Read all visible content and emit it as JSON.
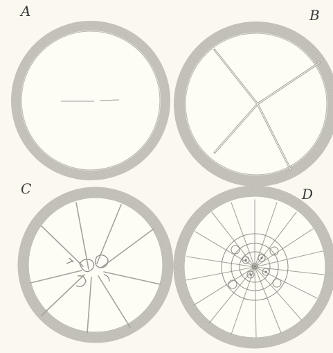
{
  "plate": {
    "background": "#fbf9ef",
    "ink": "#8f8f88",
    "ring": "#cfcdc4",
    "labels": [
      "A",
      "B",
      "C",
      "D"
    ]
  },
  "panels": [
    {
      "id": "A",
      "label": "A"
    },
    {
      "id": "B",
      "label": "B"
    },
    {
      "id": "C",
      "label": "C"
    },
    {
      "id": "D",
      "label": "D"
    }
  ]
}
